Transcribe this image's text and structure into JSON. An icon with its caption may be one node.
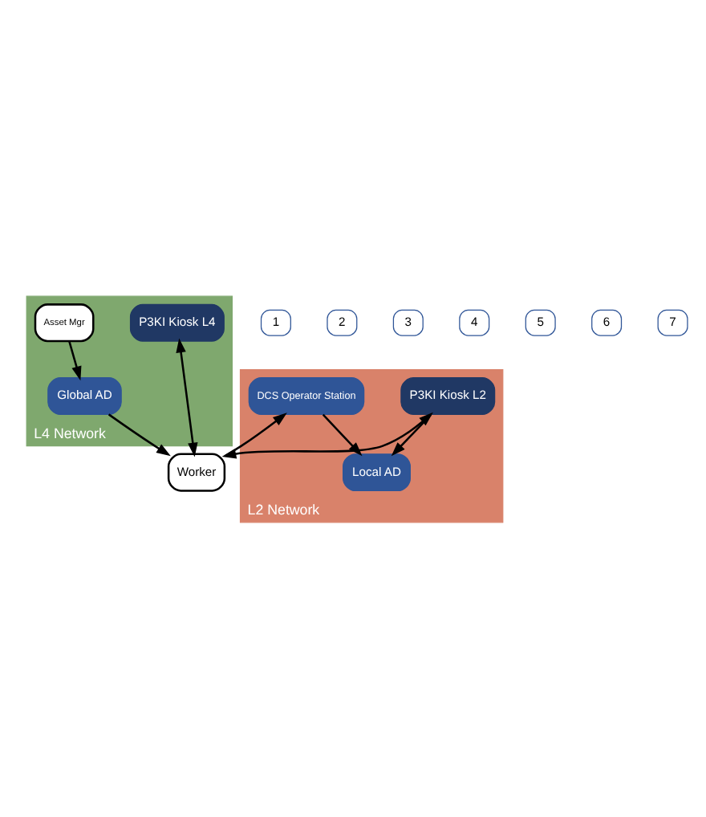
{
  "diagram": {
    "nodes": [
      {
        "text": [
          "L4 Network"
        ]
      },
      {
        "text": [
          "Asset Mgr"
        ],
        "in": 0
      },
      {
        "text": [
          "Global AD"
        ],
        "in": 0
      },
      {
        "text": [
          "P3KI Kiosk L4"
        ],
        "in": 0
      },
      {
        "text": [
          "Worker"
        ]
      },
      {
        "text": [
          "L2 Network"
        ]
      },
      {
        "text": [
          "P3KI Kiosk L2"
        ],
        "in": 5
      },
      {
        "text": [
          "Local AD"
        ],
        "in": 5
      },
      {
        "text": [
          "DCS Operator Station"
        ],
        "in": 5
      },
      {
        "text": [
          "1"
        ]
      },
      {
        "text": [
          "2"
        ]
      },
      {
        "text": [
          "3"
        ]
      },
      {
        "text": [
          "4"
        ]
      },
      {
        "text": [
          "5"
        ]
      },
      {
        "text": [
          "6"
        ]
      },
      {
        "text": [
          "7"
        ]
      }
    ],
    "edges": [
      {
        "from": 1,
        "to": 2,
        "arrow": "to"
      },
      {
        "from": 2,
        "to": 4,
        "arrow": "to"
      },
      {
        "from": 3,
        "to": 4,
        "arrow": "both"
      },
      {
        "from": 6,
        "to": 4,
        "arrow": "both"
      },
      {
        "from": 4,
        "to": 8,
        "arrow": "to"
      },
      {
        "from": 6,
        "to": 7,
        "arrow": "to"
      },
      {
        "from": 8,
        "to": 7,
        "arrow": "to"
      }
    ]
  }
}
